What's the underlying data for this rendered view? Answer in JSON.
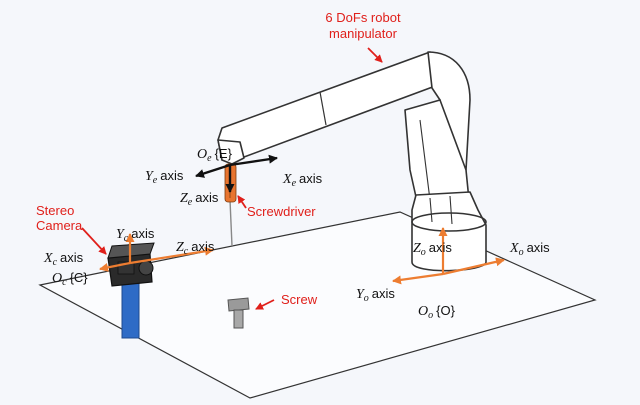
{
  "labels": {
    "robot": [
      "6 DoFs robot",
      "manipulator"
    ],
    "stereo_camera": [
      "Stereo",
      "Camera"
    ],
    "screwdriver": "Screwdriver",
    "screw": "Screw"
  },
  "frames": {
    "end_effector": {
      "origin_symbol": "O",
      "origin_subscript": "e",
      "frame_name": "{E}",
      "x_axis": {
        "symbol": "X",
        "subscript": "e",
        "suffix": "axis"
      },
      "y_axis": {
        "symbol": "Y",
        "subscript": "e",
        "suffix": "axis"
      },
      "z_axis": {
        "symbol": "Z",
        "subscript": "e",
        "suffix": "axis"
      }
    },
    "camera": {
      "origin_symbol": "O",
      "origin_subscript": "c",
      "frame_name": "{C}",
      "x_axis": {
        "symbol": "X",
        "subscript": "c",
        "suffix": "axis"
      },
      "y_axis": {
        "symbol": "Y",
        "subscript": "c",
        "suffix": "axis"
      },
      "z_axis": {
        "symbol": "Z",
        "subscript": "c",
        "suffix": "axis"
      }
    },
    "object": {
      "origin_symbol": "O",
      "origin_subscript": "o",
      "frame_name": "{O}",
      "x_axis": {
        "symbol": "X",
        "subscript": "o",
        "suffix": "axis"
      },
      "y_axis": {
        "symbol": "Y",
        "subscript": "o",
        "suffix": "axis"
      },
      "z_axis": {
        "symbol": "Z",
        "subscript": "o",
        "suffix": "axis"
      }
    }
  },
  "colors": {
    "annotation": "#e0201b",
    "axis_orange": "#ed7d31",
    "camera_stand": "#2e6bc6",
    "outline": "#333333",
    "screwdriver": "#e8742e"
  }
}
